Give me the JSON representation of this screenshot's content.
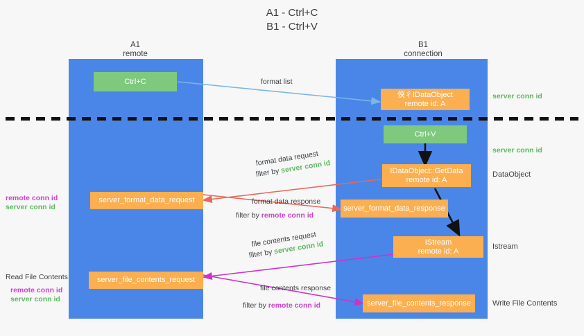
{
  "title": {
    "line1": "A1 - Ctrl+C",
    "line2": "B1 - Ctrl+V"
  },
  "columns": [
    {
      "name": "A1",
      "sub": "remote"
    },
    {
      "name": "B1",
      "sub": "connection"
    }
  ],
  "colors": {
    "lane": "#4a86e8",
    "green_node": "#7ec97e",
    "orange_node": "#fbaf50",
    "server_conn_id": "#5eb85e",
    "remote_conn_id": "#cc44cc",
    "format_list_arrow": "#7ab6e8",
    "format_data_arrow": "#e8685a",
    "file_contents_arrow": "#cc33cc",
    "black_arrow": "#000000",
    "background": "#f7f7f7"
  },
  "nodes": {
    "ctrl_c": {
      "label": "Ctrl+C"
    },
    "set_dataobject": {
      "line1": "俠彳IDataObject",
      "line2": "remote id: A"
    },
    "ctrl_v": {
      "label": "Ctrl+V"
    },
    "getdata": {
      "line1": "IDataObject::GetData",
      "line2": "remote id: A"
    },
    "istream": {
      "line1": "IStream",
      "line2": "remote id: A"
    },
    "format_data_request": {
      "label": "server_format_data_request"
    },
    "format_data_response": {
      "label": "server_format_data_response"
    },
    "file_contents_request": {
      "label": "server_file_contents_request"
    },
    "file_contents_response": {
      "label": "server_file_contents_response"
    }
  },
  "edge_labels": {
    "format_list": "format list",
    "format_data_request": "format data request",
    "format_data_request_filter_prefix": "filter by ",
    "format_data_request_filter_key": "server conn id",
    "format_data_response": "format data response",
    "format_data_response_filter_prefix": "filter by ",
    "format_data_response_filter_key": "remote conn id",
    "file_contents_request": "file contents request",
    "file_contents_request_filter_prefix": "filter by ",
    "file_contents_request_filter_key": "server conn id",
    "file_contents_response": "file contents response",
    "file_contents_response_filter_prefix": "filter by ",
    "file_contents_response_filter_key": "remote conn id"
  },
  "right_annotations": {
    "server_conn_id_top": "server conn id",
    "server_conn_id_mid": "server conn id",
    "dataobject": "DataObject",
    "istream": "Istream",
    "write_file_contents": "Write File Contents"
  },
  "left_annotations": {
    "format_remote": "remote conn id",
    "format_server": "server conn id",
    "read_file_contents": "Read File Contents",
    "file_remote": "remote conn id",
    "file_server": "server conn id"
  }
}
